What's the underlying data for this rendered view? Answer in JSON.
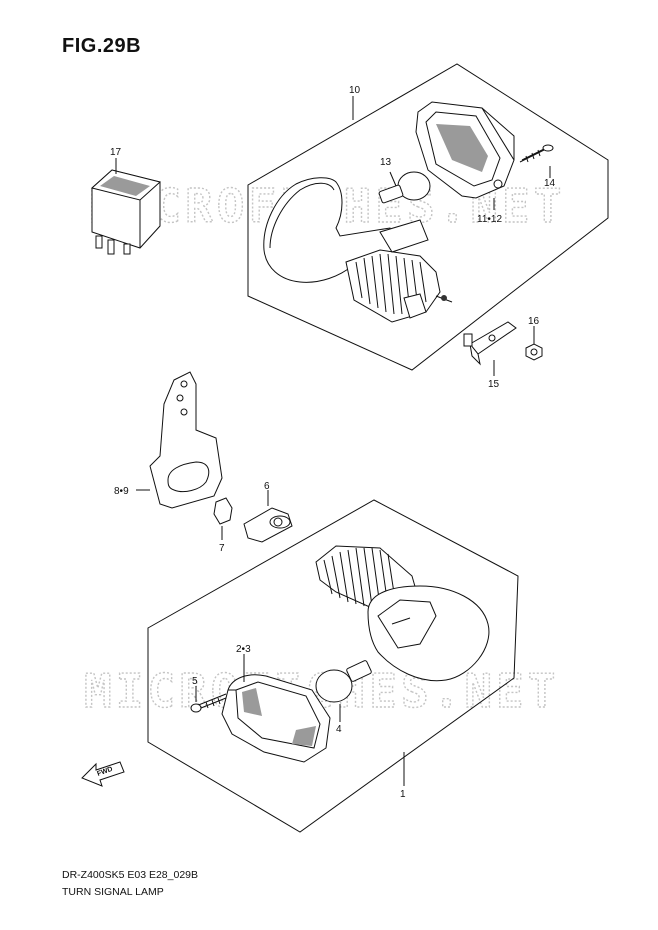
{
  "figure": {
    "title": "FIG.29B"
  },
  "callouts": {
    "c10": "10",
    "c17": "17",
    "c13": "13",
    "c14": "14",
    "c11_12": "11•12",
    "c16": "16",
    "c15": "15",
    "c8_9": "8•9",
    "c6": "6",
    "c7": "7",
    "c2_3": "2•3",
    "c5": "5",
    "c4": "4",
    "c1": "1"
  },
  "fwd_label": "FWD",
  "watermark": "MICROFICHES.NET",
  "footer": {
    "model_code": "DR-Z400SK5 E03 E28_029B",
    "caption": "TURN SIGNAL LAMP"
  }
}
